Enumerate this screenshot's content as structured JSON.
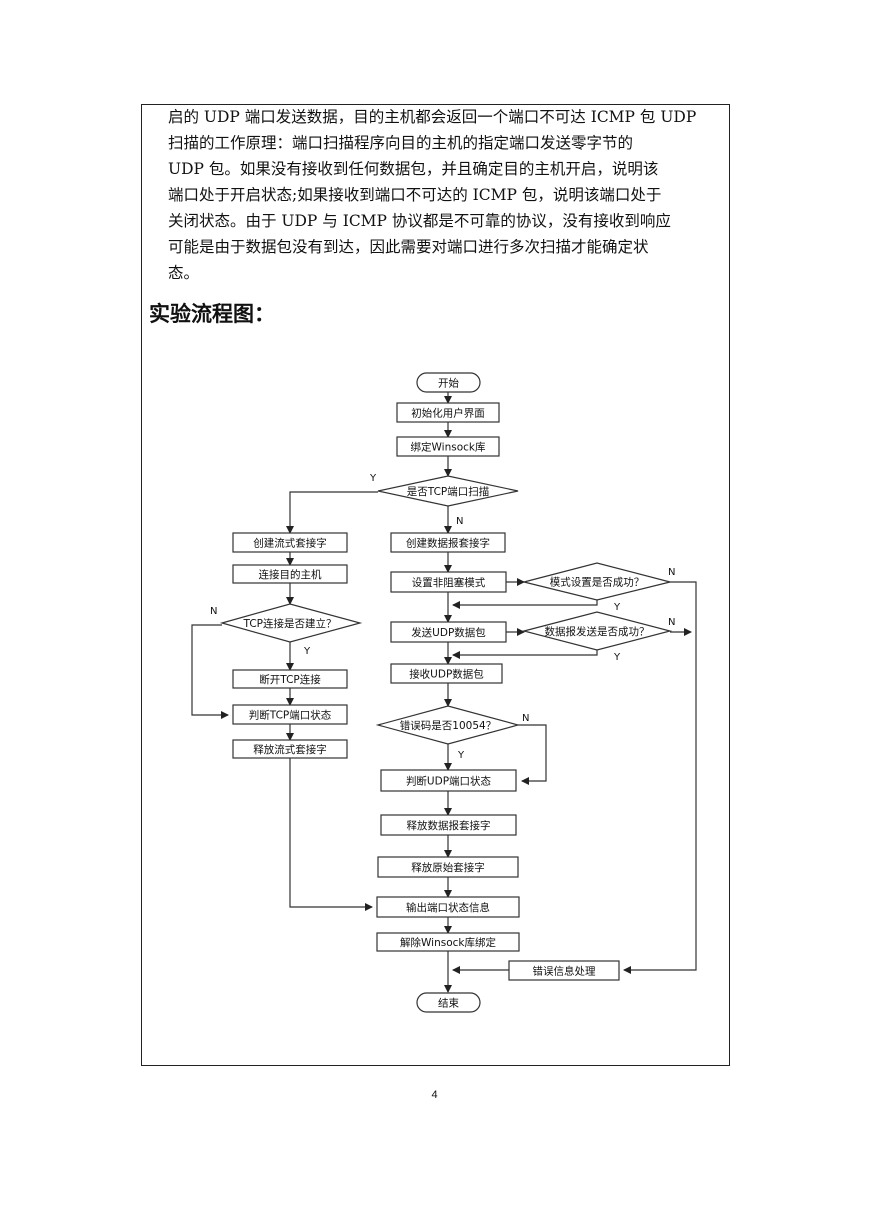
{
  "paragraph": {
    "lines": [
      "启的 UDP 端口发送数据，目的主机都会返回一个端口不可达 ICMP 包 UDP",
      "扫描的工作原理：端口扫描程序向目的主机的指定端口发送零字节的",
      "UDP 包。如果没有接收到任何数据包，并且确定目的主机开启，说明该",
      "端口处于开启状态;如果接收到端口不可达的 ICMP 包，说明该端口处于",
      "关闭状态。由于 UDP 与 ICMP 协议都是不可靠的协议，没有接收到响应",
      "可能是由于数据包没有到达，因此需要对端口进行多次扫描才能确定状",
      "态。"
    ]
  },
  "heading": "实验流程图：",
  "flowchart": {
    "start": "开始",
    "init_ui": "初始化用户界面",
    "bind_winsock": "绑定Winsock库",
    "is_tcp_scan": "是否TCP端口扫描",
    "create_stream_socket": "创建流式套接字",
    "connect_host": "连接目的主机",
    "tcp_established": "TCP连接是否建立？",
    "disconnect_tcp": "断开TCP连接",
    "judge_tcp_state": "判断TCP端口状态",
    "release_stream_socket": "释放流式套接字",
    "create_datagram_socket": "创建数据报套接字",
    "set_nonblocking": "设置非阻塞模式",
    "mode_set_ok": "模式设置是否成功？",
    "send_udp": "发送UDP数据包",
    "datagram_sent_ok": "数据报发送是否成功？",
    "recv_udp": "接收UDP数据包",
    "errcode_10054": "错误码是否10054？",
    "judge_udp_state": "判断UDP端口状态",
    "release_datagram_socket": "释放数据报套接字",
    "release_raw_socket": "释放原始套接字",
    "output_port_info": "输出端口状态信息",
    "unbind_winsock": "解除Winsock库绑定",
    "error_handling": "错误信息处理",
    "end": "结束",
    "yes": "Y",
    "no": "N"
  },
  "page_number": "4"
}
